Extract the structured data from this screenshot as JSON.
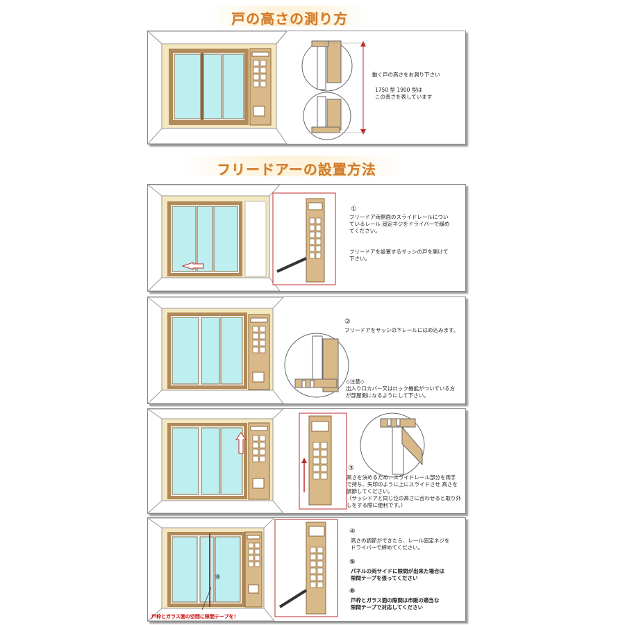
{
  "titles": {
    "measure": "戸の高さの測り方",
    "install": "フリードアーの設置方法"
  },
  "measure_panel": {
    "line1": "動く戸の高さをお測り下さい",
    "line2": "1750 型 1900 型は\nこの長さを表しています"
  },
  "step1": {
    "num": "①",
    "text1": "フリードア両側面のスライドレールについ\nているレール 固定ネジをドライバーで緩め\nてください。",
    "text2": "フリードアを設置するサッシの戸を開けて\n下さい。"
  },
  "step2": {
    "num": "②",
    "text1": "フリードアをサッシの下レールにはめ込みます。",
    "text2": "◇注意◇\n出入り口カバー又はロック機能がついている方\nが部屋側になるようにして下さい。"
  },
  "step3": {
    "num": "③",
    "text1": "高さを決めるため、スライドレール部分を両手\nで持ち、矢印のように上にスライドさせ 高さを\n調節してください。",
    "text2": "（サッシドアと同じ位の高さに合わせると取り外\n しをする際に便利です。）"
  },
  "step4": {
    "num": "④",
    "text1": "高さの調節ができたら、レール固定ネジを\nドライバーで締めてください。",
    "num5": "⑤",
    "text5": "パネルの両サイドに隙間が出来た場合は\n隙間テープを張ってください",
    "num6": "⑥",
    "text6": "戸枠とガラス面の隙間は市販の適当な\n隙間テープで対応してください",
    "marker": "⑥",
    "red_note": "戸枠とガラス面の空間に隙間テープを！"
  },
  "colors": {
    "frame": "#b08a5a",
    "frame_dark": "#8a6638",
    "glass": "#bdeef0",
    "wall": "#f5e7c0",
    "door_panel": "#d9b98a",
    "red": "#c0282a"
  }
}
